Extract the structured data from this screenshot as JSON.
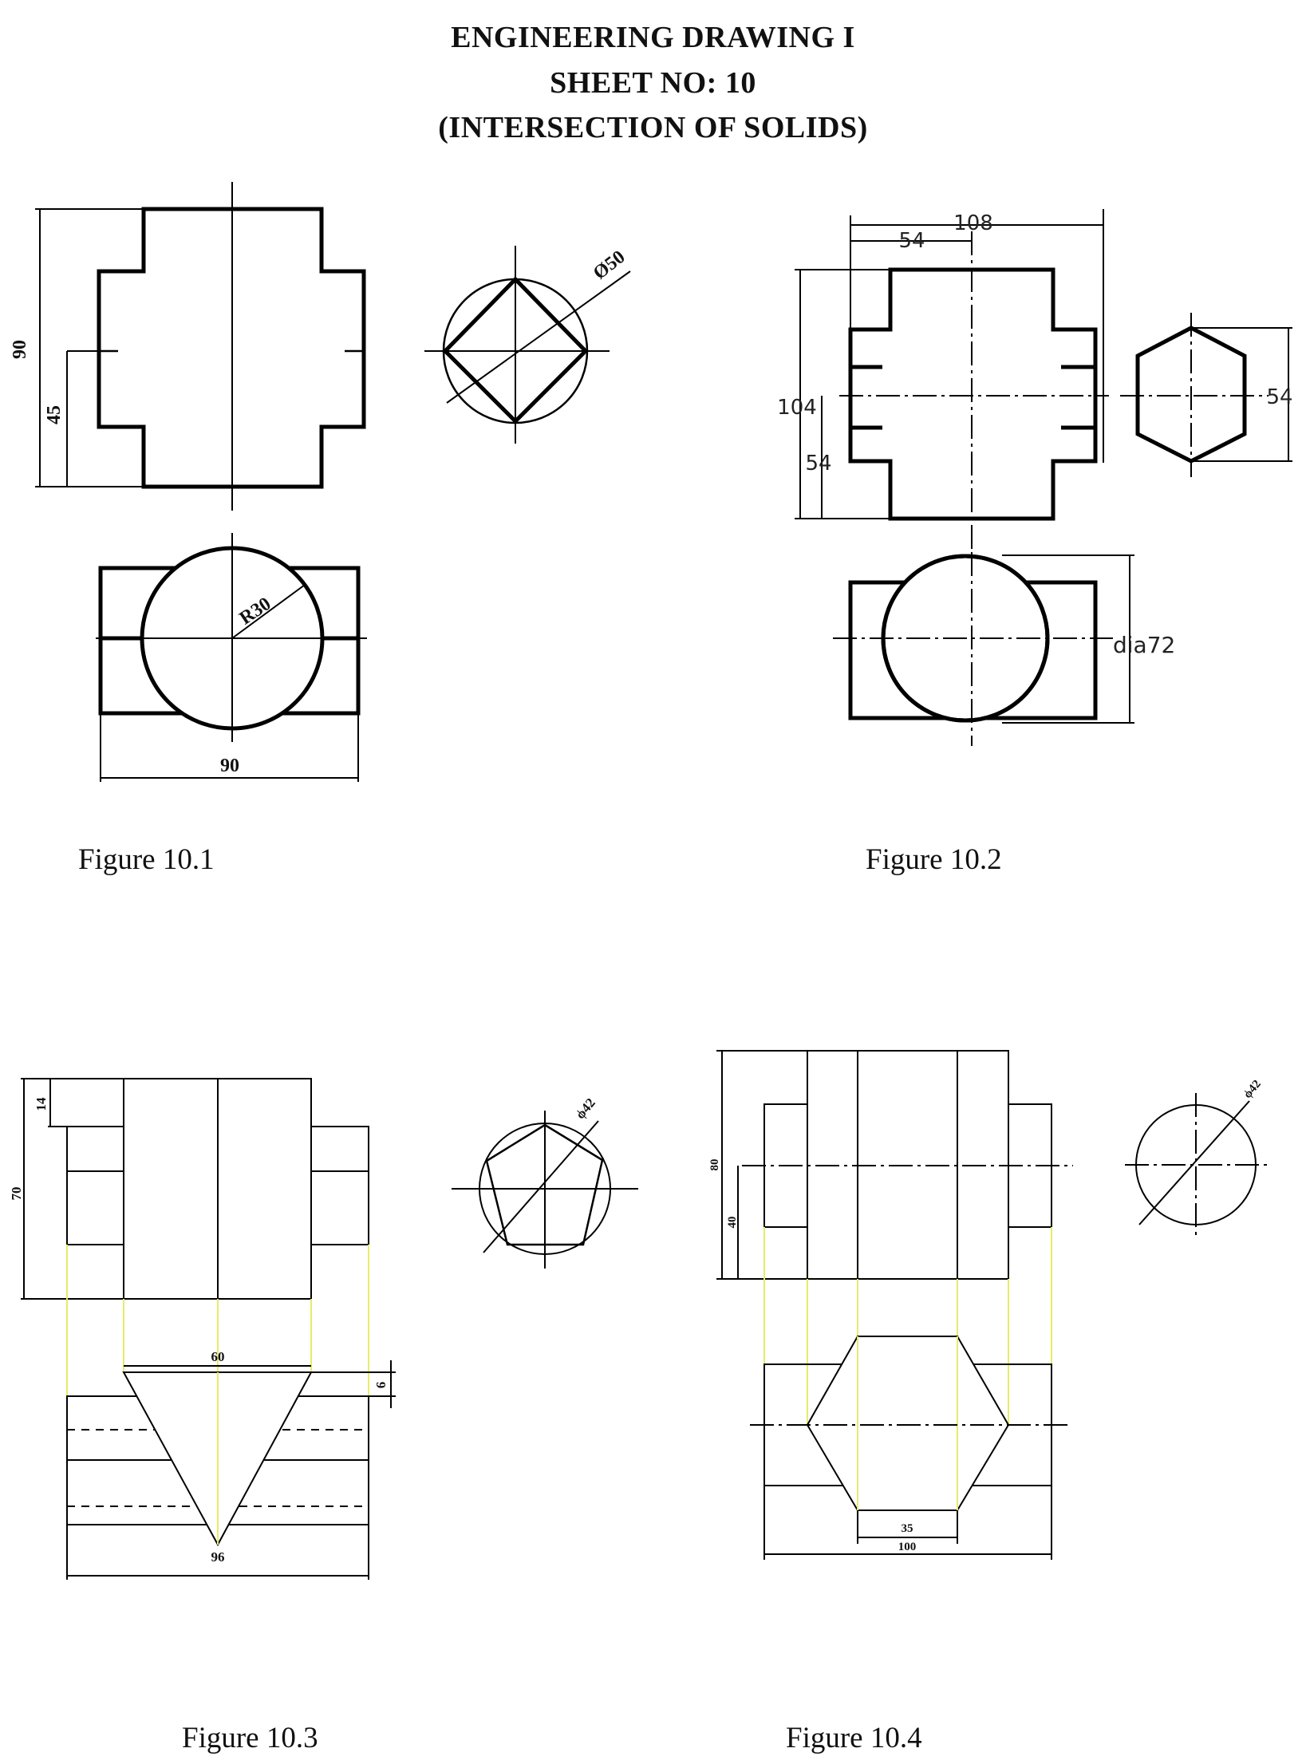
{
  "sheet": {
    "title_line1": "ENGINEERING DRAWING I",
    "title_line2": "SHEET NO: 10",
    "title_line3": "(INTERSECTION OF SOLIDS)"
  },
  "figures": [
    {
      "caption": "Figure 10.1",
      "dimensions": {
        "overall_height": "90",
        "half_height": "45",
        "diameter": "Ø50",
        "radius": "R30",
        "width": "90"
      }
    },
    {
      "caption": "Figure 10.2",
      "dimensions": {
        "overall_width": "108",
        "half_width": "54",
        "overall_height": "104",
        "lower_height": "54",
        "hex_size": "54",
        "cyl_dia": "dia72"
      }
    },
    {
      "caption": "Figure 10.3",
      "dimensions": {
        "top_offset": "14",
        "overall_height": "70",
        "diameter": "ϕ42",
        "base_width": "60",
        "apex_offset": "6",
        "overall_width": "96"
      }
    },
    {
      "caption": "Figure 10.4",
      "dimensions": {
        "overall_height": "80",
        "half_height": "40",
        "diameter": "ϕ42",
        "flat_width": "35",
        "overall_width": "100"
      }
    }
  ]
}
